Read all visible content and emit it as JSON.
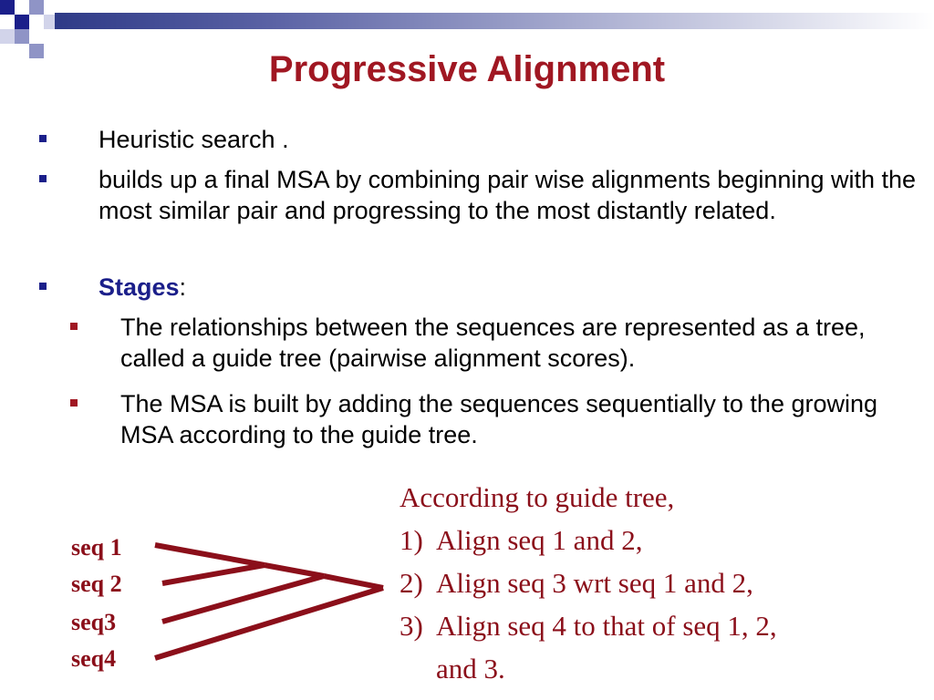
{
  "slide": {
    "title": "Progressive Alignment"
  },
  "bullets": [
    {
      "text": "Heuristic search ."
    },
    {
      "text": "builds up a final MSA by combining pair wise alignments beginning with the most similar pair and progressing to the most distantly related."
    },
    {
      "label": "Stages",
      "suffix": ":"
    }
  ],
  "sub_bullets": [
    {
      "text": "The relationships between the sequences are represented as a tree, called a guide tree (pairwise alignment scores)."
    },
    {
      "text": "The MSA is built by adding the sequences sequentially to the growing MSA according to the guide tree."
    }
  ],
  "guide_steps": {
    "intro": "According to guide tree,",
    "items": [
      {
        "num": "1)",
        "text": "Align seq 1 and 2,"
      },
      {
        "num": "2)",
        "text": "Align seq 3 wrt  seq 1 and 2,"
      },
      {
        "num": "3)",
        "text": "Align seq 4 to that of seq 1, 2,"
      }
    ],
    "continuation": "and 3."
  },
  "sequences": [
    "seq 1",
    "seq 2",
    "seq3",
    "seq4"
  ],
  "colors": {
    "title": "#a01722",
    "accent_blue": "#1b1f8a",
    "tree": "#8b0f1a"
  }
}
